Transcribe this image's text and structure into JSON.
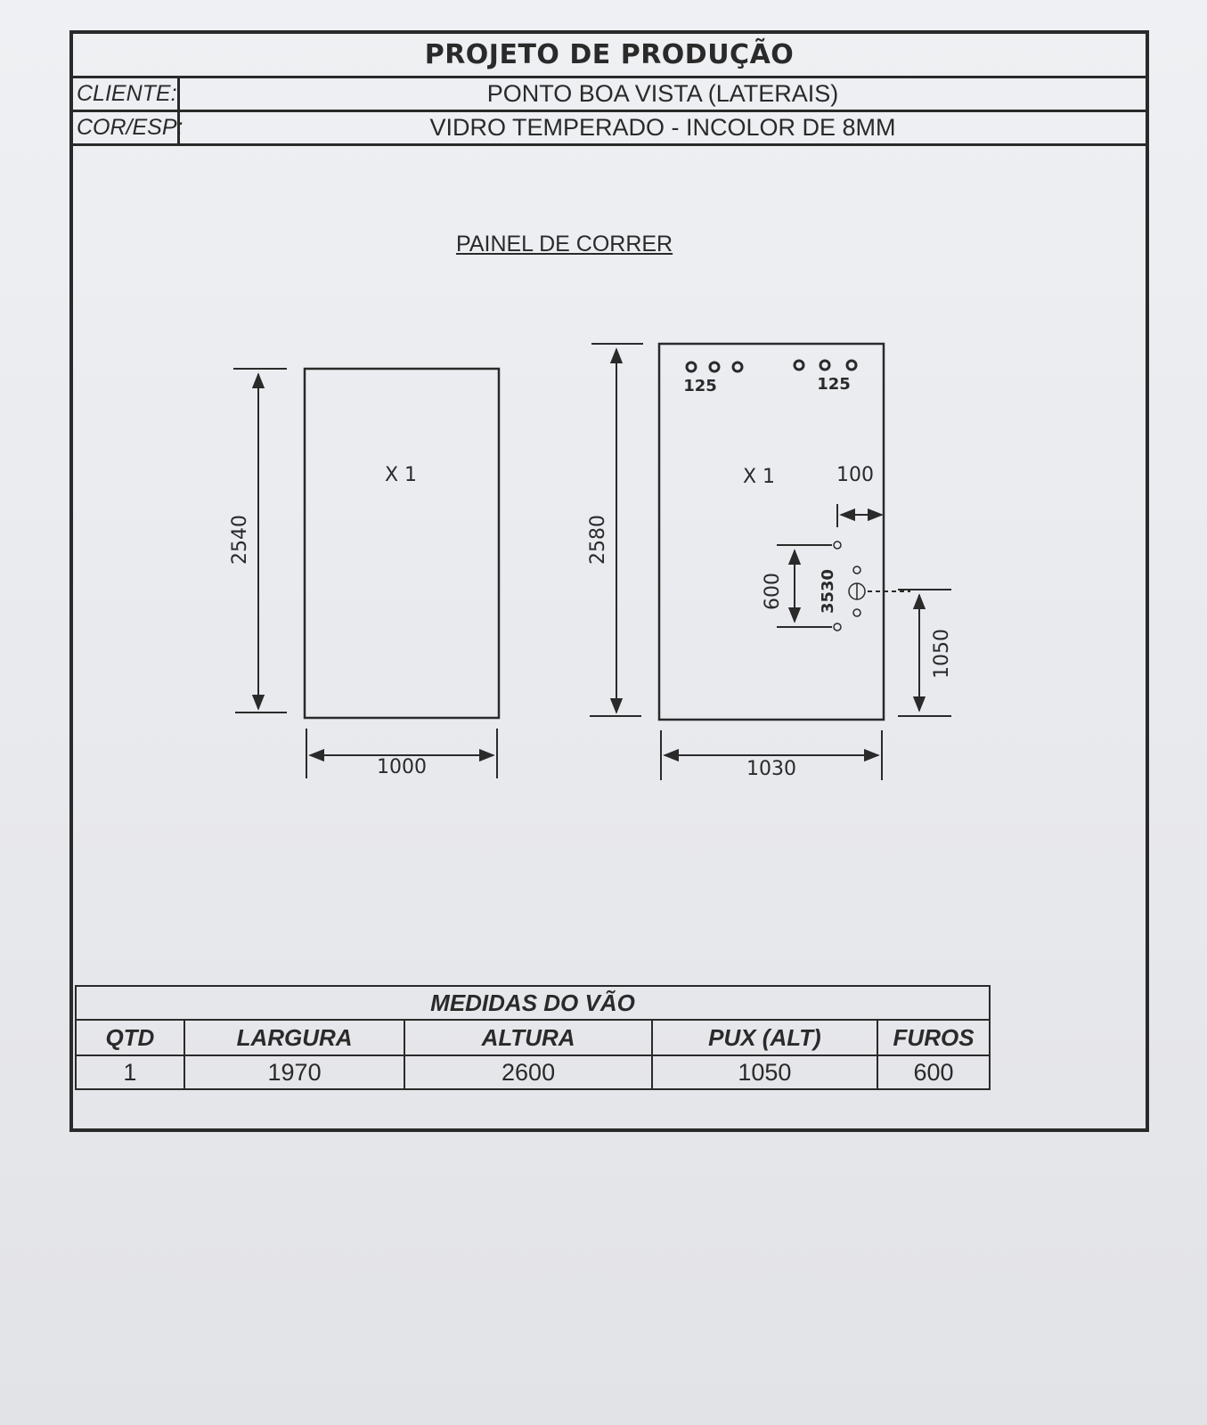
{
  "header": {
    "title": "PROJETO DE PRODUÇÃO",
    "cliente_label": "CLIENTE:",
    "cliente_value": "PONTO BOA VISTA (LATERAIS)",
    "cor_label": "COR/ESP:",
    "cor_value": "VIDRO TEMPERADO - INCOLOR DE 8MM"
  },
  "drawing": {
    "title": "PAINEL DE CORRER",
    "panel1": {
      "height": "2540",
      "width": "1000",
      "qty": "X 1"
    },
    "panel2": {
      "height": "2580",
      "width": "1030",
      "qty": "X 1",
      "top_left_holes": "125",
      "top_right_holes": "125",
      "edge_offset": "100",
      "hole_spacing": "600",
      "handle_label": "3530",
      "handle_height": "1050"
    }
  },
  "measures": {
    "title": "MEDIDAS DO VÃO",
    "columns": [
      "QTD",
      "LARGURA",
      "ALTURA",
      "PUX (ALT)",
      "FUROS"
    ],
    "row": [
      "1",
      "1970",
      "2600",
      "1050",
      "600"
    ]
  }
}
